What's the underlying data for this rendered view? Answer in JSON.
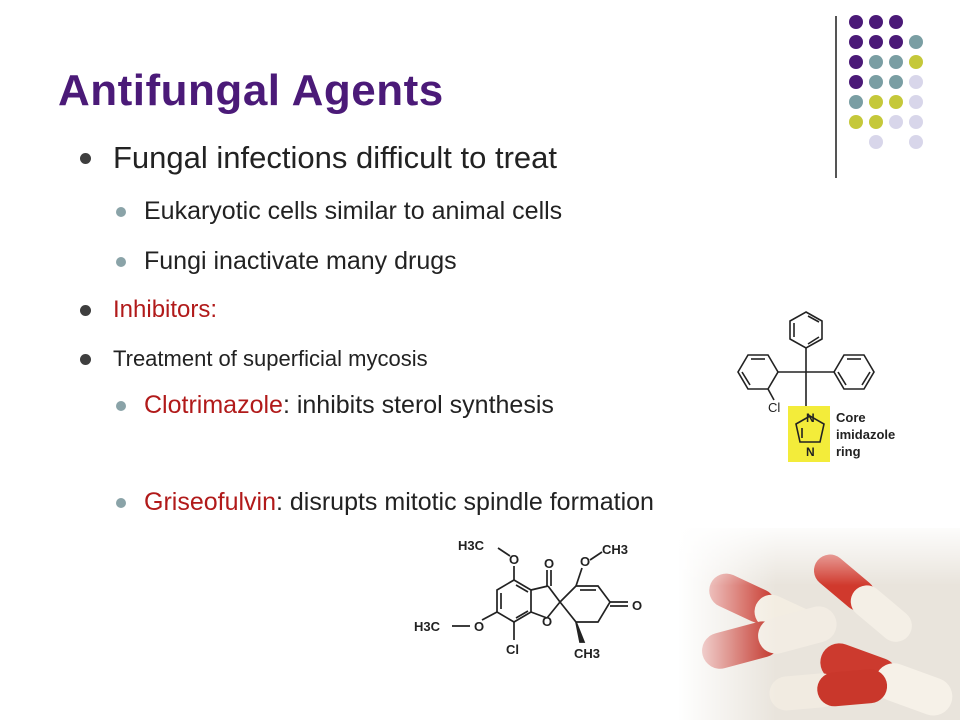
{
  "slide": {
    "title": "Antifungal Agents",
    "bullets": [
      {
        "text": "Fungal infections difficult to treat"
      },
      {
        "text": "Eukaryotic cells similar to animal cells"
      },
      {
        "text": "Fungi inactivate many drugs"
      },
      {
        "text": "Inhibitors:"
      },
      {
        "text": "Treatment of  superficial mycosis"
      },
      {
        "highlight": "Clotrimazole",
        "rest": ": inhibits sterol synthesis"
      },
      {
        "highlight": "Griseofulvin",
        "rest": ": disrupts mitotic spindle formation"
      }
    ]
  },
  "clotrimazole_figure": {
    "labels": {
      "cl": "Cl",
      "n1": "N",
      "n2": "N",
      "core": "Core",
      "imidazole": "imidazole",
      "ring": "ring"
    }
  },
  "griseofulvin_figure": {
    "labels": {
      "h3c_top": "H3C",
      "ch3_top": "CH3",
      "h3c_left": "H3C",
      "o1": "O",
      "o2": "O",
      "o3": "O",
      "o4": "O",
      "o5": "O",
      "o6": "O",
      "cl": "Cl",
      "ch3_bottom": "CH3"
    }
  },
  "colors": {
    "title": "#4b1a78",
    "highlight": "#b11a1a",
    "purple": "#4b1a78",
    "teal": "#7a9ea3",
    "olive": "#c5c83a",
    "lavender": "#d8d6ea"
  }
}
